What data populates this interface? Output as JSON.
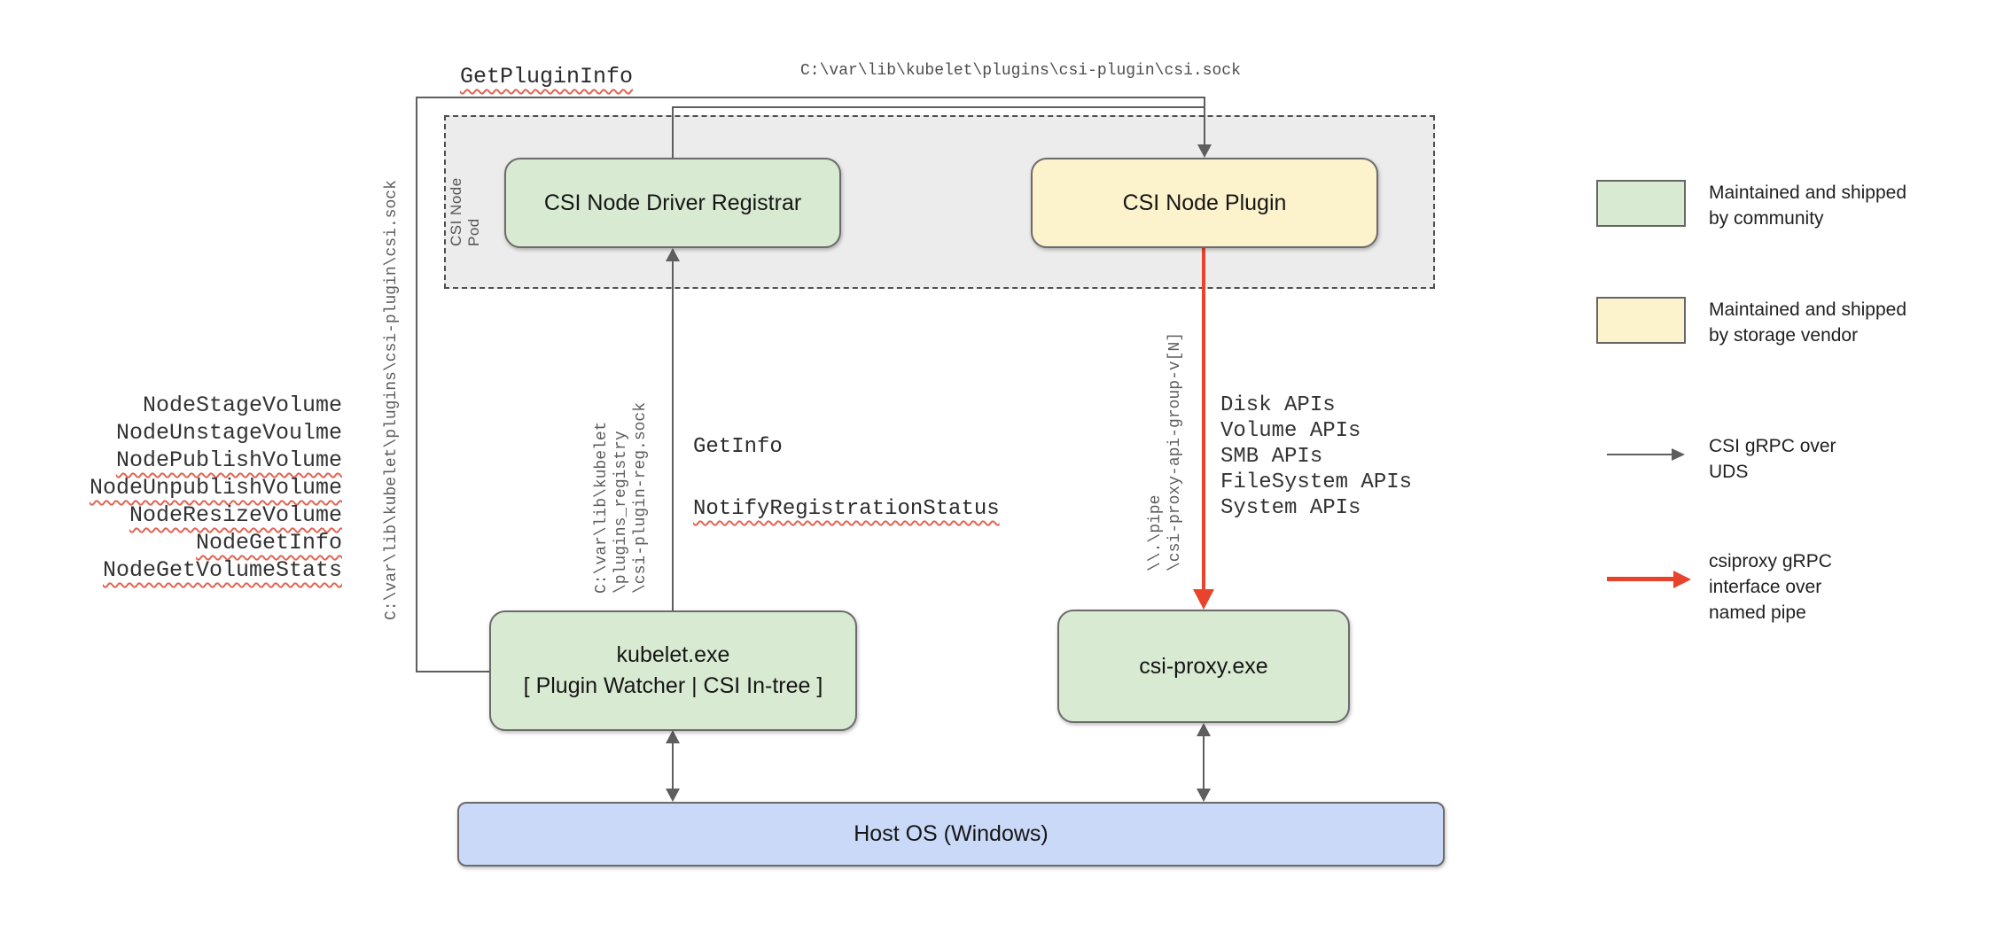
{
  "diagram": {
    "pod_group_label": "CSI Node Pod",
    "boxes": {
      "registrar": "CSI Node Driver Registrar",
      "plugin": "CSI Node Plugin",
      "kubelet": "kubelet.exe\n[ Plugin Watcher | CSI In-tree ]",
      "csi_proxy": "csi-proxy.exe",
      "host_os": "Host OS (Windows)"
    },
    "labels": {
      "get_plugin_info": "GetPluginInfo",
      "csi_sock_top": "C:\\var\\lib\\kubelet\\plugins\\csi-plugin\\csi.sock",
      "csi_sock_left": "C:\\var\\lib\\kubelet\\plugins\\csi-plugin\\csi.sock",
      "reg_sock": "C:\\var\\lib\\kubelet\n\\plugins_registry\n\\csi-plugin-reg.sock",
      "named_pipe": "\\\\.\\pipe\n\\csi-proxy-api-group-v[N]",
      "get_info": "GetInfo",
      "notify_registration_status": "NotifyRegistrationStatus"
    },
    "node_calls": [
      {
        "label": "NodeStageVolume",
        "underlined": false
      },
      {
        "label": "NodeUnstageVoulme",
        "underlined": false
      },
      {
        "label": "NodePublishVolume",
        "underlined": true
      },
      {
        "label": "NodeUnpublishVolume",
        "underlined": true
      },
      {
        "label": "NodeResizeVolume",
        "underlined": true
      },
      {
        "label": "NodeGetInfo",
        "underlined": true
      },
      {
        "label": "NodeGetVolumeStats",
        "underlined": true
      }
    ],
    "windows_apis": [
      "Disk APIs",
      "Volume APIs",
      "SMB APIs",
      "FileSystem APIs",
      "System APIs"
    ]
  },
  "legend": {
    "community": "Maintained and shipped\nby community",
    "vendor": "Maintained and shipped\nby storage vendor",
    "uds": "CSI gRPC over\nUDS",
    "pipe": "csiproxy gRPC\ninterface over\nnamed pipe"
  },
  "colors": {
    "community_fill": "#d9ead3",
    "vendor_fill": "#fcf2cc",
    "host_fill": "#c9d9f7",
    "pod_fill": "#ececec",
    "line_gray": "#5e5e5e",
    "arrow_red": "#e8432b",
    "squiggle": "#e06555"
  }
}
